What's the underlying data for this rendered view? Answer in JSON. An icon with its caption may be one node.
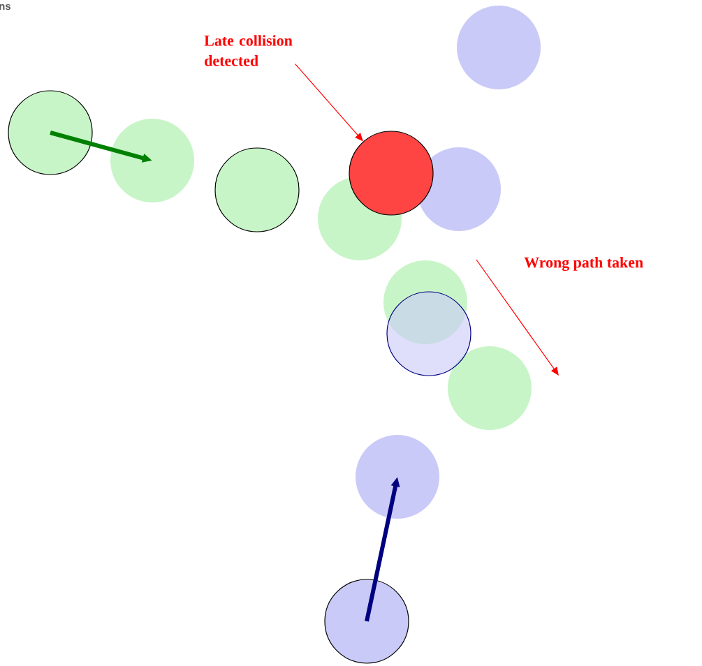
{
  "diagram": {
    "nodes": [
      {
        "text": [],
        "shape": "circle"
      },
      {
        "text": [],
        "shape": "circle"
      },
      {
        "text": [],
        "shape": "circle"
      },
      {
        "text": [],
        "shape": "circle"
      },
      {
        "text": [],
        "shape": "circle"
      },
      {
        "text": [],
        "shape": "circle"
      },
      {
        "text": [],
        "shape": "circle"
      },
      {
        "text": [],
        "shape": "circle"
      },
      {
        "text": [],
        "shape": "circle"
      },
      {
        "text": [],
        "shape": "circle"
      },
      {
        "text": [],
        "shape": "circle"
      },
      {
        "text": [],
        "shape": "circle"
      },
      {
        "text": [
          "Late collision detected"
        ]
      }
    ],
    "edges": [
      {
        "from": 0,
        "to": 1,
        "arrow": "to",
        "color": "#008000"
      },
      {
        "from": 11,
        "to": 10,
        "arrow": "to",
        "color": "#000080"
      },
      {
        "from": 12,
        "to": 4,
        "arrow": "to",
        "color": "#ff0000"
      }
    ],
    "labels": [
      "ns",
      "Wrong path taken"
    ]
  }
}
